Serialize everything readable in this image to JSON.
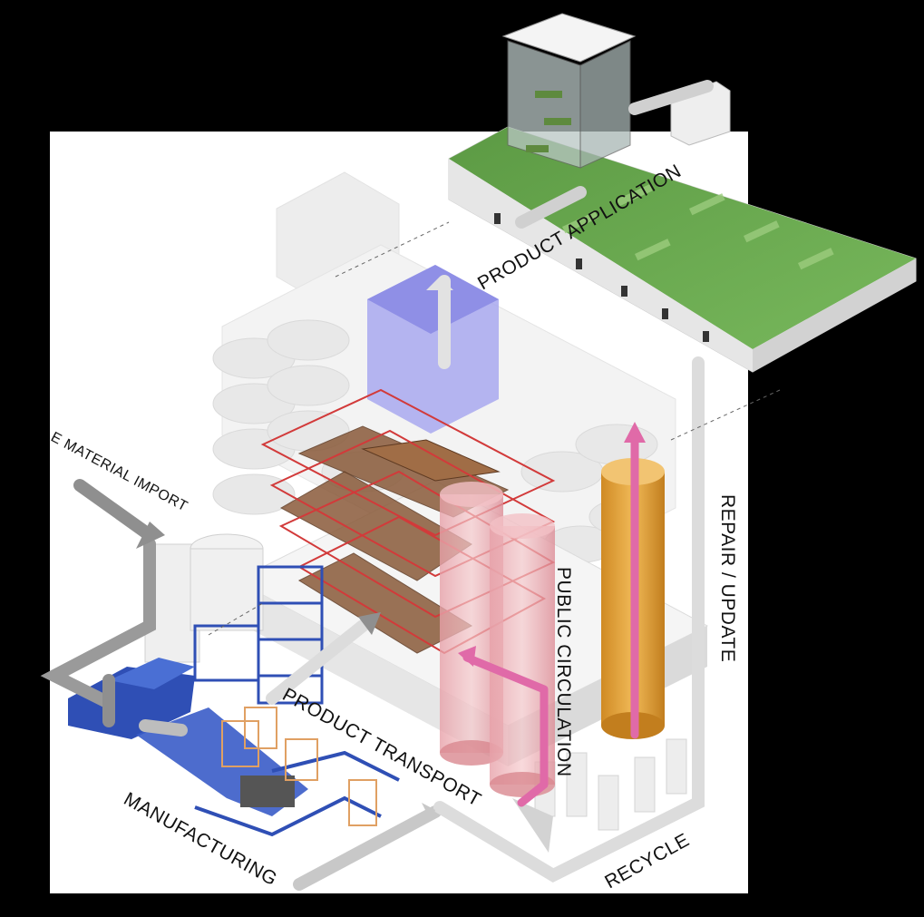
{
  "diagram": {
    "labels": {
      "raw_material_import": "E MATERIAL IMPORT",
      "manufacturing": "MANUFACTURING",
      "product_transport": "PRODUCT TRANSPORT",
      "public_circulation": "PUBLIC CIRCULATION",
      "repair_update": "REPAIR / UPDATE",
      "recycle": "RECYCLE",
      "product_application": "PRODUCT APPLICATION"
    },
    "colors": {
      "background": "#000000",
      "panel": "#ffffff",
      "flow_arrow": "#bdbdbd",
      "circulation_arrow": "#e06aa8",
      "silo_orange": "#e2a23a",
      "silo_blue": "#8f8fe6",
      "lattice_red": "#d23a3a",
      "timber": "#8a5a3a",
      "green_roof": "#6aa84f",
      "machinery_blue": "#2f4fb5"
    }
  }
}
